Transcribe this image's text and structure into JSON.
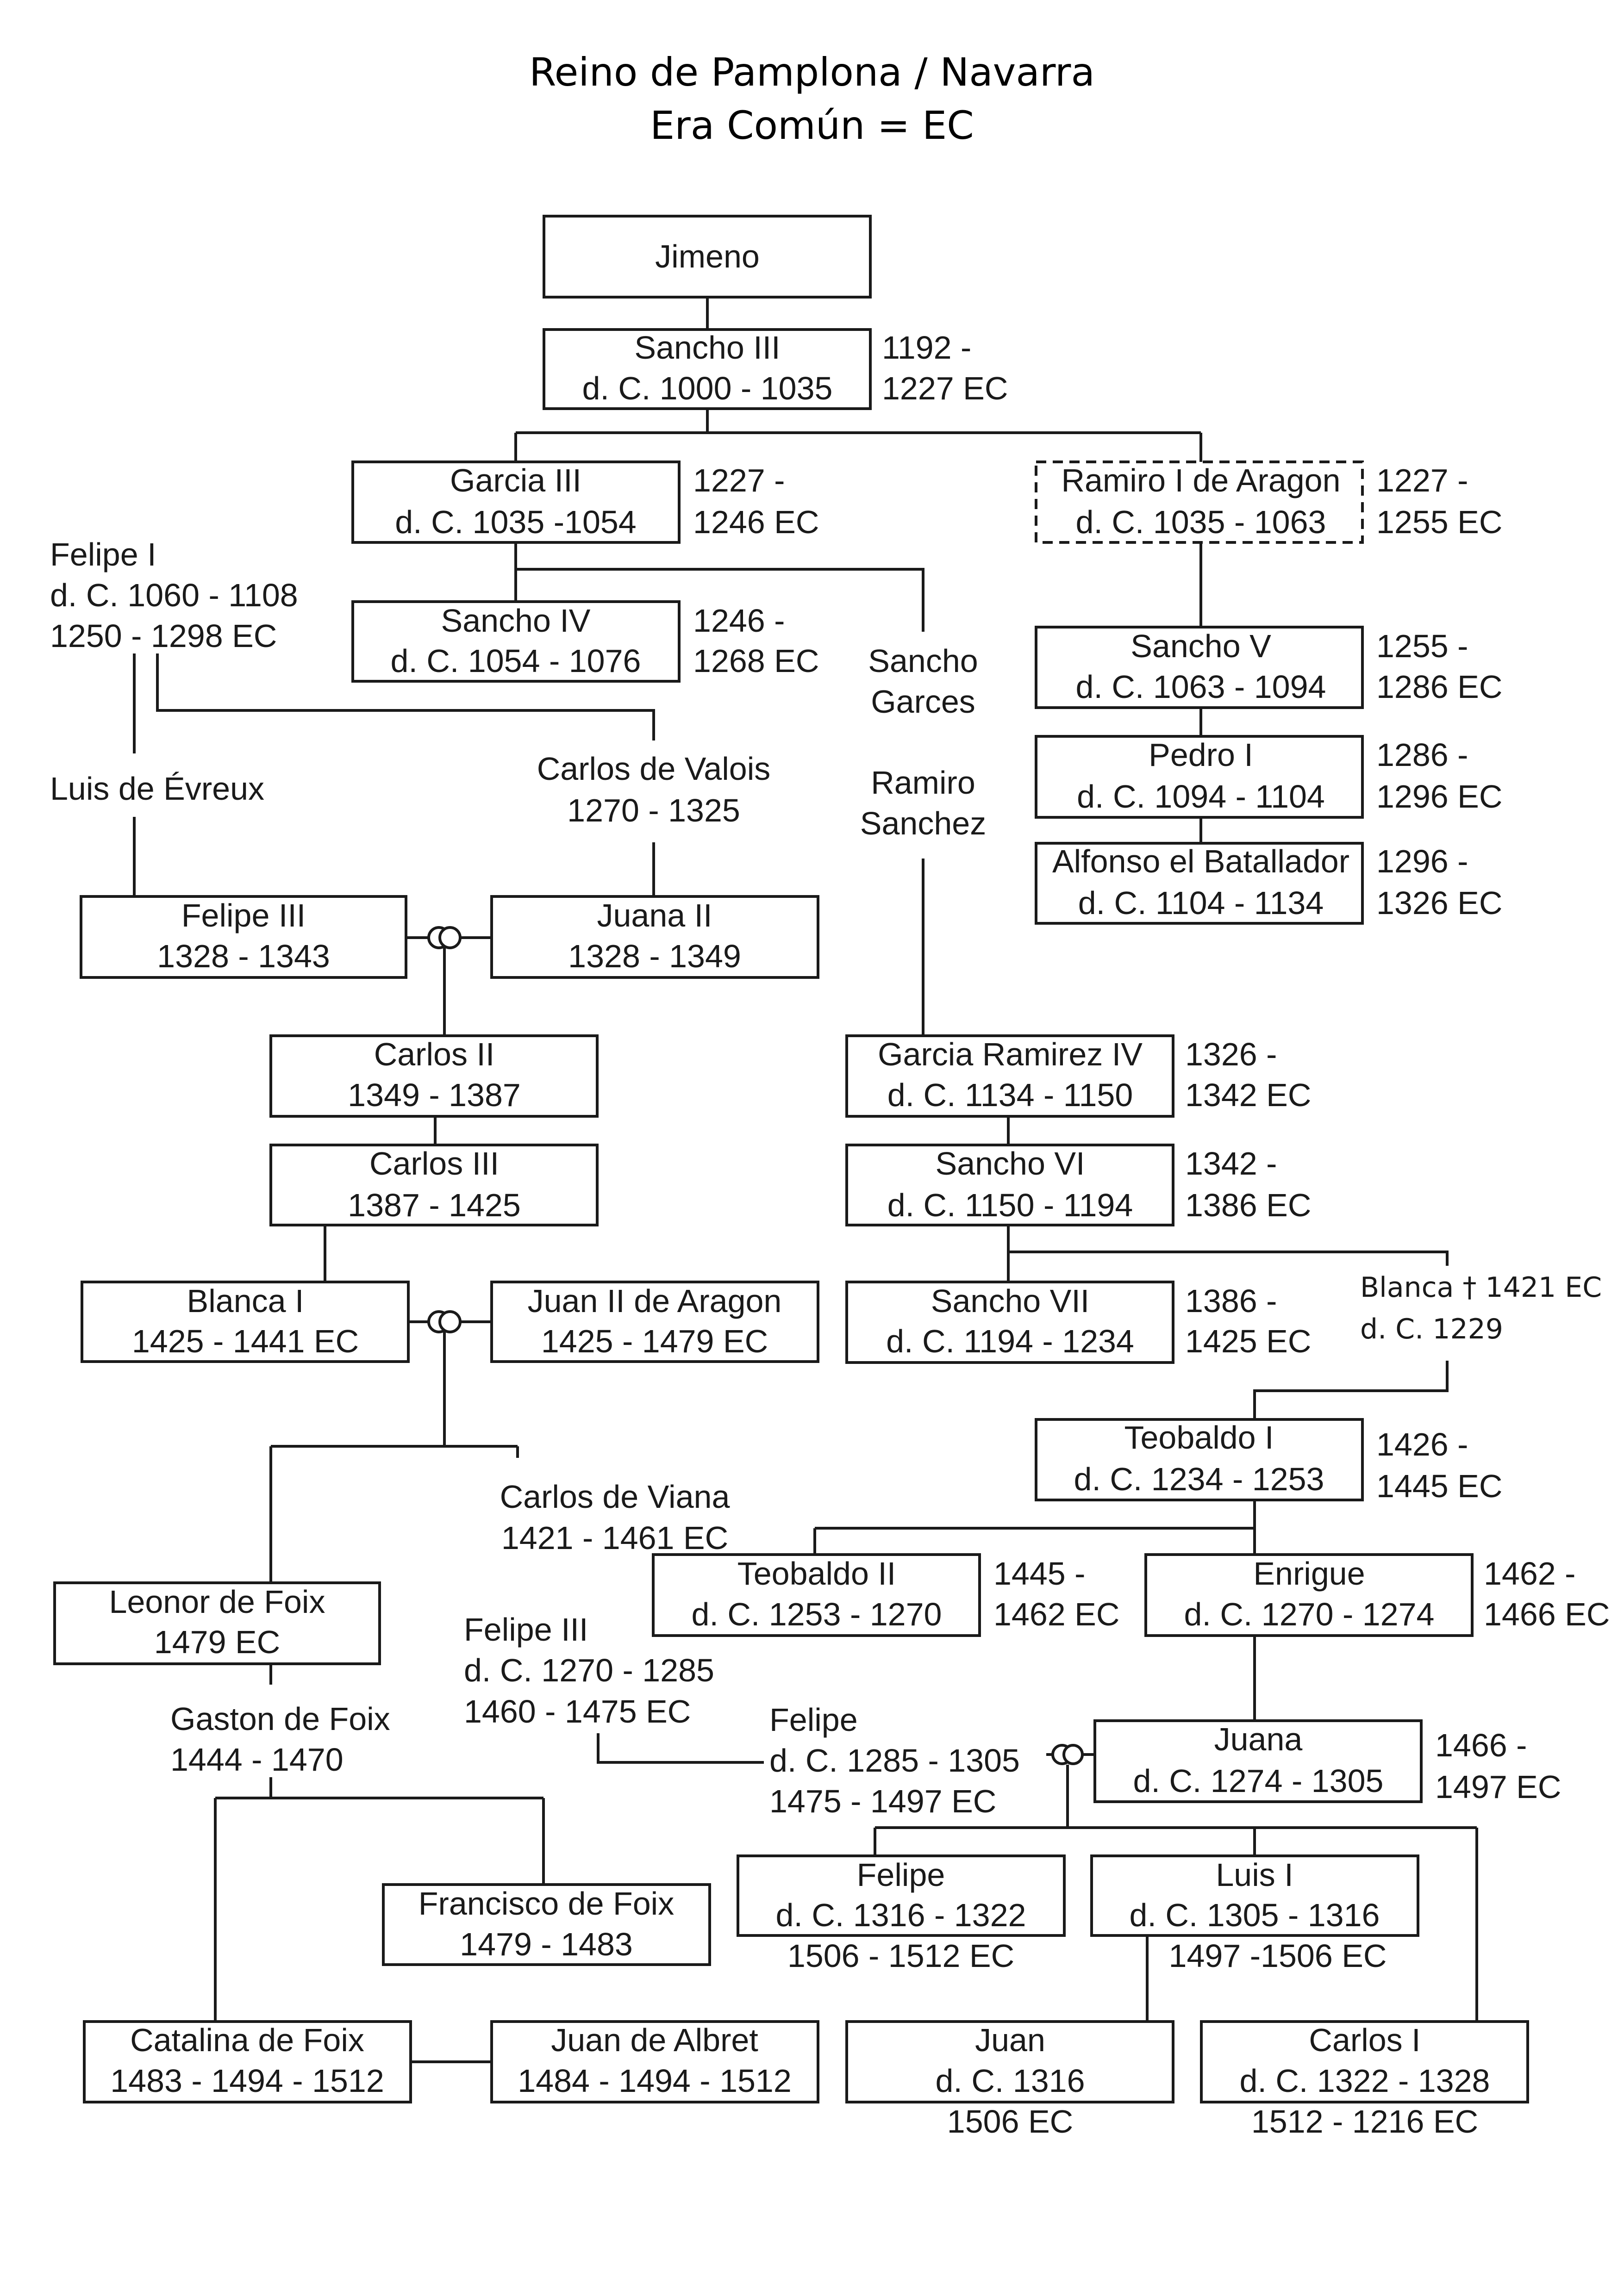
{
  "title": [
    "Reino de Pamplona / Navarra",
    "Era Común = EC"
  ],
  "nodes": {
    "jimeno": [
      "Jimeno"
    ],
    "sancho_iii": [
      "Sancho III",
      "d. C. 1000 - 1035"
    ],
    "sancho_iii_ec": [
      "1192 -",
      "1227 EC"
    ],
    "garcia_iii": [
      "Garcia III",
      "d. C. 1035 -1054"
    ],
    "garcia_iii_ec": [
      "1227 -",
      "1246 EC"
    ],
    "ramiro_i": [
      "Ramiro I de Aragon",
      "d. C. 1035 - 1063"
    ],
    "ramiro_i_ec": [
      "1227 -",
      "1255 EC"
    ],
    "felipe_i": [
      "Felipe I",
      "d. C. 1060 - 1108",
      "1250 - 1298 EC"
    ],
    "sancho_iv": [
      "Sancho IV",
      "d. C. 1054 - 1076"
    ],
    "sancho_iv_ec": [
      "1246 -",
      "1268 EC"
    ],
    "sancho_garces": [
      "Sancho",
      "Garces"
    ],
    "sancho_v": [
      "Sancho V",
      "d. C. 1063 - 1094"
    ],
    "sancho_v_ec": [
      "1255 -",
      "1286 EC"
    ],
    "luis_evreux": [
      "Luis de Évreux"
    ],
    "carlos_valois": [
      "Carlos de Valois",
      "1270 - 1325"
    ],
    "ramiro_sanchez": [
      "Ramiro",
      "Sanchez"
    ],
    "pedro_i": [
      "Pedro I",
      "d. C. 1094 - 1104"
    ],
    "pedro_i_ec": [
      "1286 -",
      "1296 EC"
    ],
    "alfonso": [
      "Alfonso el Batallador",
      "d. C. 1104 - 1134"
    ],
    "alfonso_ec": [
      "1296 -",
      "1326 EC"
    ],
    "felipe_iii_a": [
      "Felipe III",
      "1328 - 1343"
    ],
    "juana_ii": [
      "Juana II",
      "1328 - 1349"
    ],
    "carlos_ii": [
      "Carlos II",
      "1349 - 1387"
    ],
    "garcia_ramirez": [
      "Garcia Ramirez IV",
      "d. C. 1134 - 1150"
    ],
    "garcia_ramirez_ec": [
      "1326 -",
      "1342 EC"
    ],
    "carlos_iii": [
      "Carlos III",
      "1387 - 1425"
    ],
    "sancho_vi": [
      "Sancho VI",
      "d. C. 1150 - 1194"
    ],
    "sancho_vi_ec": [
      "1342 -",
      "1386 EC"
    ],
    "blanca_i": [
      "Blanca I",
      "1425 - 1441 EC"
    ],
    "juan_ii": [
      "Juan II de Aragon",
      "1425 - 1479 EC"
    ],
    "sancho_vii": [
      "Sancho VII",
      "d. C. 1194 - 1234"
    ],
    "sancho_vii_ec": [
      "1386 -",
      "1425 EC"
    ],
    "blanca_b": [
      "Blanca † 1421 EC",
      "d. C. 1229"
    ],
    "teobaldo_i": [
      "Teobaldo I",
      "d. C. 1234 - 1253"
    ],
    "teobaldo_i_ec": [
      "1426 -",
      "1445 EC"
    ],
    "carlos_viana": [
      "Carlos de Viana",
      "1421 - 1461 EC"
    ],
    "leonor": [
      "Leonor de Foix",
      "1479 EC"
    ],
    "teobaldo_ii": [
      "Teobaldo II",
      "d. C. 1253 - 1270"
    ],
    "teobaldo_ii_ec": [
      "1445 -",
      "1462 EC"
    ],
    "enrigue": [
      "Enrigue",
      "d. C. 1270 - 1274"
    ],
    "enrigue_ec": [
      "1462 -",
      "1466 EC"
    ],
    "felipe_iii_b": [
      "Felipe III",
      "d. C. 1270 - 1285",
      "1460 - 1475 EC"
    ],
    "gaston": [
      "Gaston de Foix",
      "1444 - 1470"
    ],
    "felipe_c": [
      "Felipe",
      "d. C. 1285 - 1305",
      "1475 - 1497 EC"
    ],
    "juana_b": [
      "Juana",
      "d. C. 1274 - 1305"
    ],
    "juana_b_ec": [
      "1466 -",
      "1497 EC"
    ],
    "felipe_d": [
      "Felipe",
      "d. C. 1316 - 1322"
    ],
    "felipe_d_ec": [
      "1506 - 1512 EC"
    ],
    "luis_i": [
      "Luis I",
      "d. C. 1305 - 1316"
    ],
    "luis_i_ec": [
      "1497 -1506 EC"
    ],
    "francisco": [
      "Francisco de Foix",
      "1479 - 1483"
    ],
    "catalina": [
      "Catalina de Foix",
      "1483 - 1494 - 1512"
    ],
    "juan_albret": [
      "Juan de Albret",
      "1484 - 1494 - 1512"
    ],
    "juan": [
      "Juan",
      "d. C. 1316"
    ],
    "juan_ec": [
      "1506 EC"
    ],
    "carlos_i": [
      "Carlos I",
      "d. C. 1322 - 1328"
    ],
    "carlos_i_ec": [
      "1512 - 1216 EC"
    ]
  }
}
